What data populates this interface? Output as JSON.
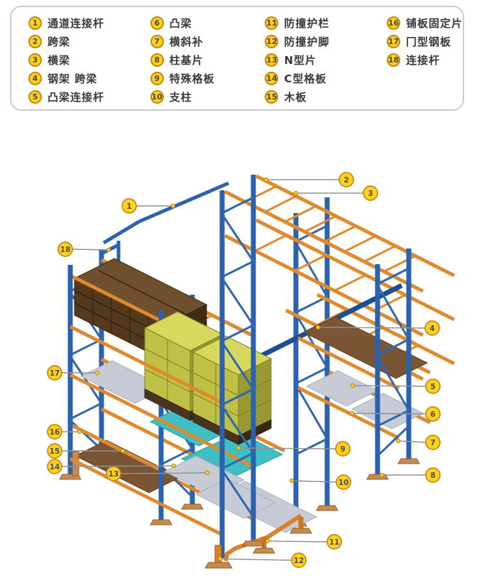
{
  "legend": {
    "columns": [
      {
        "items": [
          {
            "num": "1",
            "label": "通道连接杆"
          },
          {
            "num": "2",
            "label": "跨梁"
          },
          {
            "num": "3",
            "label": "横梁"
          },
          {
            "num": "4",
            "label": "钢架 跨梁"
          },
          {
            "num": "5",
            "label": "凸梁连接杆"
          }
        ]
      },
      {
        "items": [
          {
            "num": "6",
            "label": "凸梁"
          },
          {
            "num": "7",
            "label": "横斜补"
          },
          {
            "num": "8",
            "label": "柱基片"
          },
          {
            "num": "9",
            "label": "特殊格板"
          },
          {
            "num": "10",
            "label": "支柱"
          }
        ]
      },
      {
        "items": [
          {
            "num": "11",
            "label": "防撞护栏"
          },
          {
            "num": "12",
            "label": "防撞护脚"
          },
          {
            "num": "13",
            "label": "N型片"
          },
          {
            "num": "14",
            "label": "C型格板"
          },
          {
            "num": "15",
            "label": "木板"
          }
        ]
      },
      {
        "items": [
          {
            "num": "16",
            "label": "铺板固定片"
          },
          {
            "num": "17",
            "label": "冂型钢板"
          },
          {
            "num": "18",
            "label": "连接杆"
          }
        ]
      }
    ]
  },
  "diagram": {
    "callouts": [
      {
        "num": "1"
      },
      {
        "num": "2"
      },
      {
        "num": "3"
      },
      {
        "num": "4"
      },
      {
        "num": "5"
      },
      {
        "num": "6"
      },
      {
        "num": "7"
      },
      {
        "num": "8"
      },
      {
        "num": "9"
      },
      {
        "num": "10"
      },
      {
        "num": "11"
      },
      {
        "num": "12"
      },
      {
        "num": "13"
      },
      {
        "num": "14"
      },
      {
        "num": "15"
      },
      {
        "num": "16"
      },
      {
        "num": "17"
      },
      {
        "num": "18"
      }
    ]
  },
  "colors": {
    "post_blue": "#2a62b0",
    "beam_orange": "#e08a2e",
    "guard_orange": "#d9822b",
    "callout_yellow": "#ffd21e",
    "callout_border": "#c8860a",
    "pallet_brown": "#55391f",
    "box_yellow": "#c0c047",
    "panel_gray": "#c6cbd6",
    "panel_teal": "#3fbfc4",
    "board_brown": "#7b5635",
    "leader_gray": "#909090"
  }
}
